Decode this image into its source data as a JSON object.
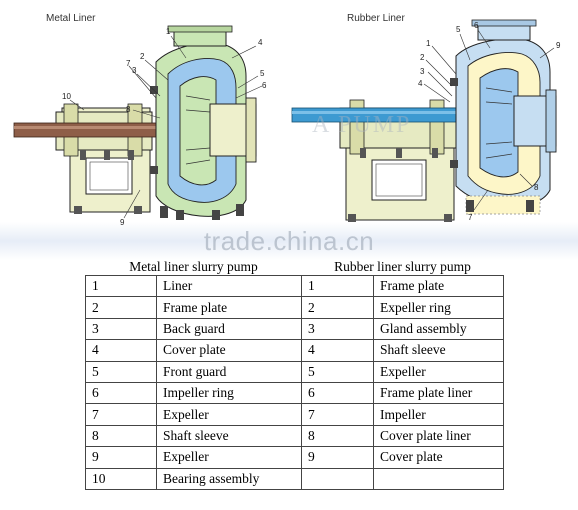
{
  "diagrams": {
    "metal_label": "Metal Liner",
    "rubber_label": "Rubber Liner",
    "metal_callouts": [
      "1",
      "2",
      "3",
      "4",
      "5",
      "6",
      "7",
      "8",
      "9",
      "10"
    ],
    "rubber_callouts": [
      "1",
      "2",
      "3",
      "4",
      "5",
      "6",
      "7",
      "8",
      "9"
    ]
  },
  "watermark": {
    "site": "trade.china.cn",
    "logo": "A   PUMP"
  },
  "table": {
    "headers": [
      "Metal liner slurry pump",
      "Rubber liner slurry pump"
    ],
    "rows": [
      [
        "1",
        "Liner",
        "1",
        "Frame plate"
      ],
      [
        "2",
        "Frame plate",
        "2",
        "Expeller ring"
      ],
      [
        "3",
        "Back guard",
        "3",
        "Gland assembly"
      ],
      [
        "4",
        "Cover plate",
        "4",
        "Shaft sleeve"
      ],
      [
        "5",
        "Front guard",
        "5",
        "Expeller"
      ],
      [
        "6",
        "Impeller ring",
        "6",
        "Frame plate liner"
      ],
      [
        "7",
        "Expeller",
        "7",
        "Impeller"
      ],
      [
        "8",
        "Shaft sleeve",
        "8",
        "Cover plate liner"
      ],
      [
        "9",
        "Expeller",
        "9",
        "Cover plate"
      ],
      [
        "10",
        "Bearing assembly",
        "",
        ""
      ]
    ]
  },
  "colors": {
    "casing_green": "#c9e6b4",
    "casing_blue": "#c6def2",
    "liner_blue": "#9cc8ee",
    "frame_tan": "#eef0cc",
    "shaft_metal": "#8e5e48",
    "shaft_rubber": "#3d9ad1",
    "outline": "#222222"
  }
}
